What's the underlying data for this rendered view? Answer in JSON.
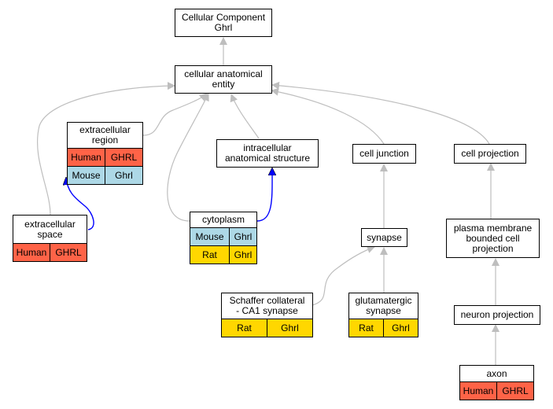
{
  "colors": {
    "human": "#ff6347",
    "mouse": "#add8e6",
    "rat": "#ffd700",
    "edge_isa": "#bebebe",
    "edge_homology": "#0000ff"
  },
  "nodes": {
    "root": {
      "line1": "Cellular Component",
      "line2": "Ghrl"
    },
    "cae": {
      "line1": "cellular anatomical",
      "line2": "entity"
    },
    "ecr": {
      "line1": "extracellular",
      "line2": "region",
      "rows": [
        [
          "Human",
          "GHRL"
        ],
        [
          "Mouse",
          "Ghrl"
        ]
      ]
    },
    "ias": {
      "line1": "intracellular",
      "line2": "anatomical structure"
    },
    "cj": {
      "line1": "cell junction"
    },
    "cp": {
      "line1": "cell projection"
    },
    "ecs": {
      "line1": "extracellular",
      "line2": "space",
      "rows": [
        [
          "Human",
          "GHRL"
        ]
      ]
    },
    "cyto": {
      "line1": "cytoplasm",
      "rows": [
        [
          "Mouse",
          "Ghrl"
        ],
        [
          "Rat",
          "Ghrl"
        ]
      ]
    },
    "syn": {
      "line1": "synapse"
    },
    "pmbcp": {
      "line1": "plasma membrane",
      "line2": "bounded cell",
      "line3": "projection"
    },
    "schaffer": {
      "line1": "Schaffer collateral",
      "line2": "- CA1 synapse",
      "rows": [
        [
          "Rat",
          "Ghrl"
        ]
      ]
    },
    "glu": {
      "line1": "glutamatergic",
      "line2": "synapse",
      "rows": [
        [
          "Rat",
          "Ghrl"
        ]
      ]
    },
    "np": {
      "line1": "neuron projection"
    },
    "axon": {
      "line1": "axon",
      "rows": [
        [
          "Human",
          "GHRL"
        ]
      ]
    }
  }
}
